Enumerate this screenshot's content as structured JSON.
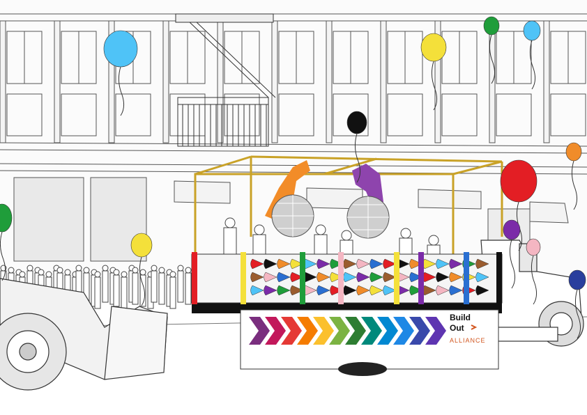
{
  "banner": {
    "brand_line1": "Build",
    "brand_line2": "Out",
    "brand_line3": "ALLIANCE",
    "chevron_colors": [
      "#7a2e7e",
      "#c2185b",
      "#e53935",
      "#f57c00",
      "#fbc02d",
      "#7cb342",
      "#2e7d32",
      "#00897b",
      "#0288d1",
      "#1e88e5",
      "#3949ab",
      "#5e35b1"
    ]
  },
  "palette": {
    "accent": "#d2561f",
    "frame": "#c9a227",
    "dancer_left": "#f28c28",
    "dancer_right": "#8e44ad",
    "balloons": [
      "#4fc3f7",
      "#f4e03a",
      "#1f9d3a",
      "#111111",
      "#e31e24",
      "#f08c2a",
      "#7b2ba8",
      "#f4b6c2",
      "#2a3f9d"
    ]
  },
  "cone_colors": [
    "#e31e24",
    "#f4e03a",
    "#1f9d3a",
    "#2a6fd1",
    "#f08c2a",
    "#7b2ba8",
    "#f4b6c2",
    "#111111",
    "#4fc3f7",
    "#9a5c2e"
  ]
}
